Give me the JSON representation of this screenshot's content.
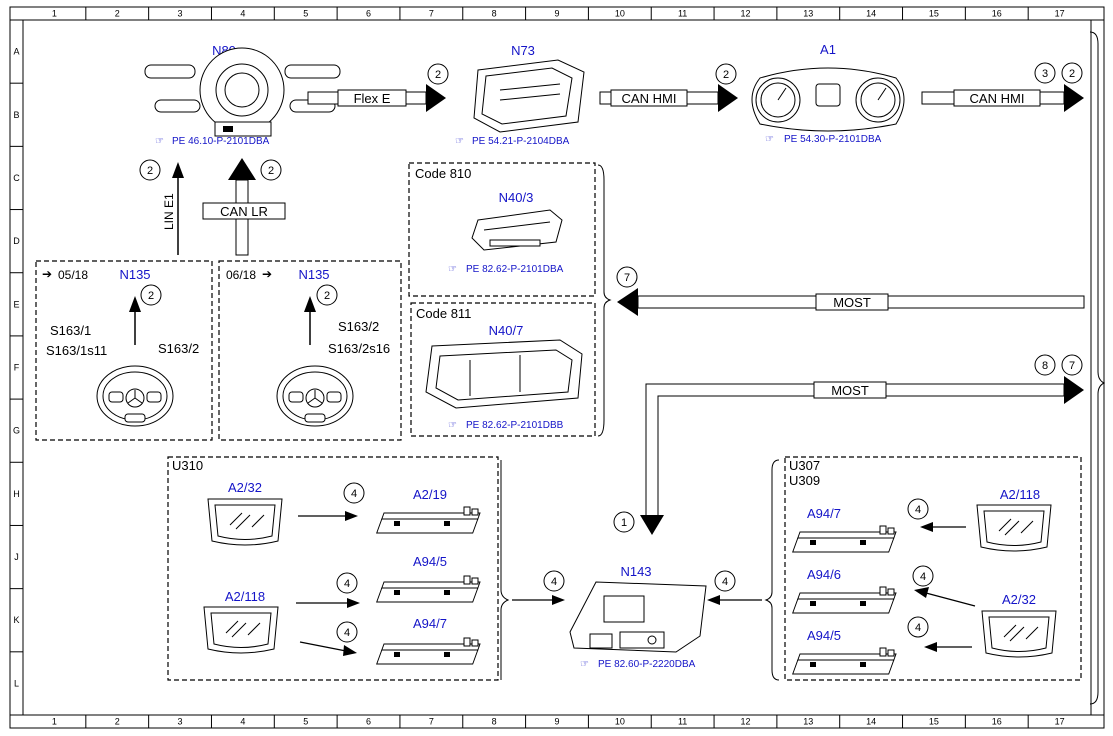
{
  "grid": {
    "columns": [
      "1",
      "2",
      "3",
      "4",
      "5",
      "6",
      "7",
      "8",
      "9",
      "10",
      "11",
      "12",
      "13",
      "14",
      "15",
      "16",
      "17"
    ],
    "rows": [
      "A",
      "B",
      "C",
      "D",
      "E",
      "F",
      "G",
      "H",
      "J",
      "K",
      "L"
    ]
  },
  "components": {
    "n80": {
      "label": "N80",
      "ref": "PE 46.10-P-2101DBA"
    },
    "n73": {
      "label": "N73",
      "ref": "PE 54.21-P-2104DBA"
    },
    "a1": {
      "label": "A1",
      "ref": "PE 54.30-P-2101DBA"
    },
    "n40_3": {
      "label": "N40/3",
      "ref": "PE 82.62-P-2101DBA",
      "code": "Code 810"
    },
    "n40_7": {
      "label": "N40/7",
      "ref": "PE 82.62-P-2101DBB",
      "code": "Code 811"
    },
    "n135_left": {
      "label": "N135",
      "date": "05/18",
      "sw1": "S163/1",
      "sw1s": "S163/1s11",
      "sw2": "S163/2"
    },
    "n135_right": {
      "label": "N135",
      "date": "06/18",
      "sw2": "S163/2",
      "sw2s": "S163/2s16"
    },
    "n143": {
      "label": "N143",
      "ref": "PE 82.60-P-2220DBA"
    },
    "u310": {
      "label": "U310",
      "a2_32": "A2/32",
      "a2_19": "A2/19",
      "a94_5": "A94/5",
      "a2_118": "A2/118",
      "a94_7": "A94/7"
    },
    "u307": {
      "label1": "U307",
      "label2": "U309",
      "a94_7": "A94/7",
      "a2_118": "A2/118",
      "a94_6": "A94/6",
      "a2_32": "A2/32",
      "a94_5": "A94/5"
    }
  },
  "connections": {
    "flex_e": "Flex E",
    "can_hmi_1": "CAN HMI",
    "can_hmi_2": "CAN HMI",
    "can_lr": "CAN LR",
    "lin_e1": "LIN E1",
    "most_in": "MOST",
    "most_out": "MOST"
  },
  "markers": {
    "n80_out": "2",
    "n73_out": "2",
    "a1_out_a": "3",
    "a1_out_b": "2",
    "lin": "2",
    "can_lr": "2",
    "n135_l": "2",
    "n135_r": "2",
    "most_in": "7",
    "most_out_a": "8",
    "most_out_b": "7",
    "n143_in": "1",
    "u310_a": "4",
    "u310_b": "4",
    "u310_c": "4",
    "u310_out": "4",
    "u307_out": "4",
    "u307_a": "4",
    "u307_b": "4",
    "u307_c": "4"
  }
}
